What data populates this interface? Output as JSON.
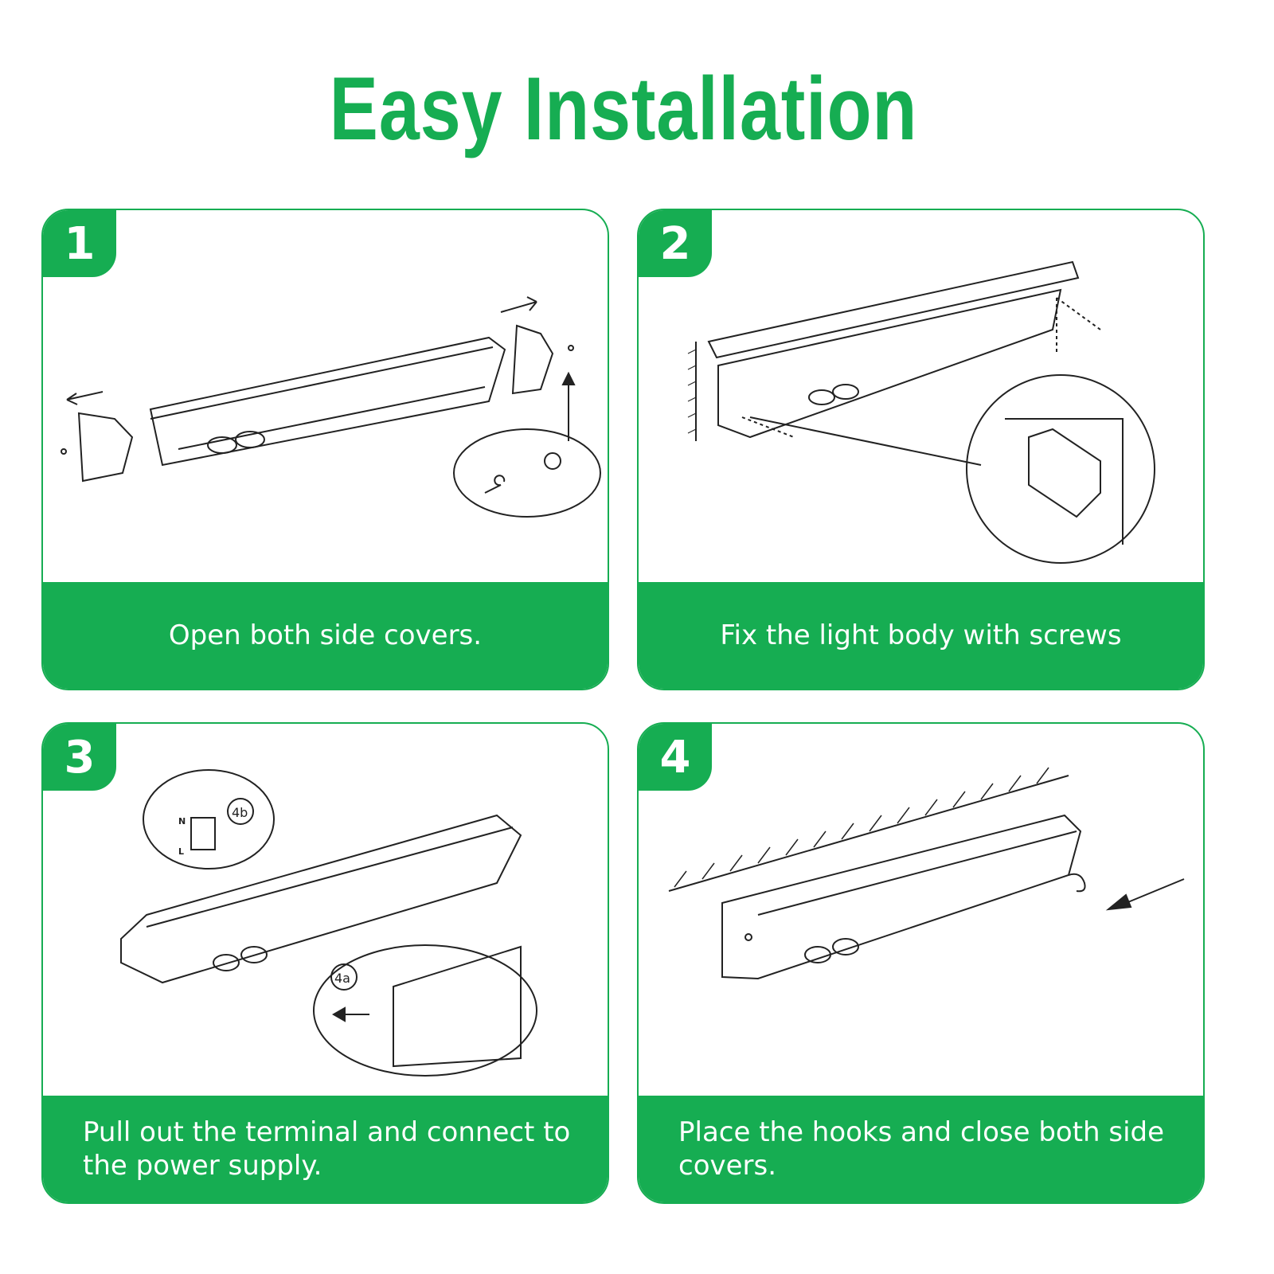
{
  "title": "Easy Installation",
  "accent_color": "#16ad52",
  "steps": [
    {
      "number": "1",
      "caption": "Open both side covers."
    },
    {
      "number": "2",
      "caption": "Fix the light body with screws"
    },
    {
      "number": "3",
      "caption": "Pull out the terminal and connect to the power supply.",
      "labels": [
        "4b",
        "4a",
        "N",
        "L"
      ]
    },
    {
      "number": "4",
      "caption": "Place the hooks and close both side covers."
    }
  ]
}
